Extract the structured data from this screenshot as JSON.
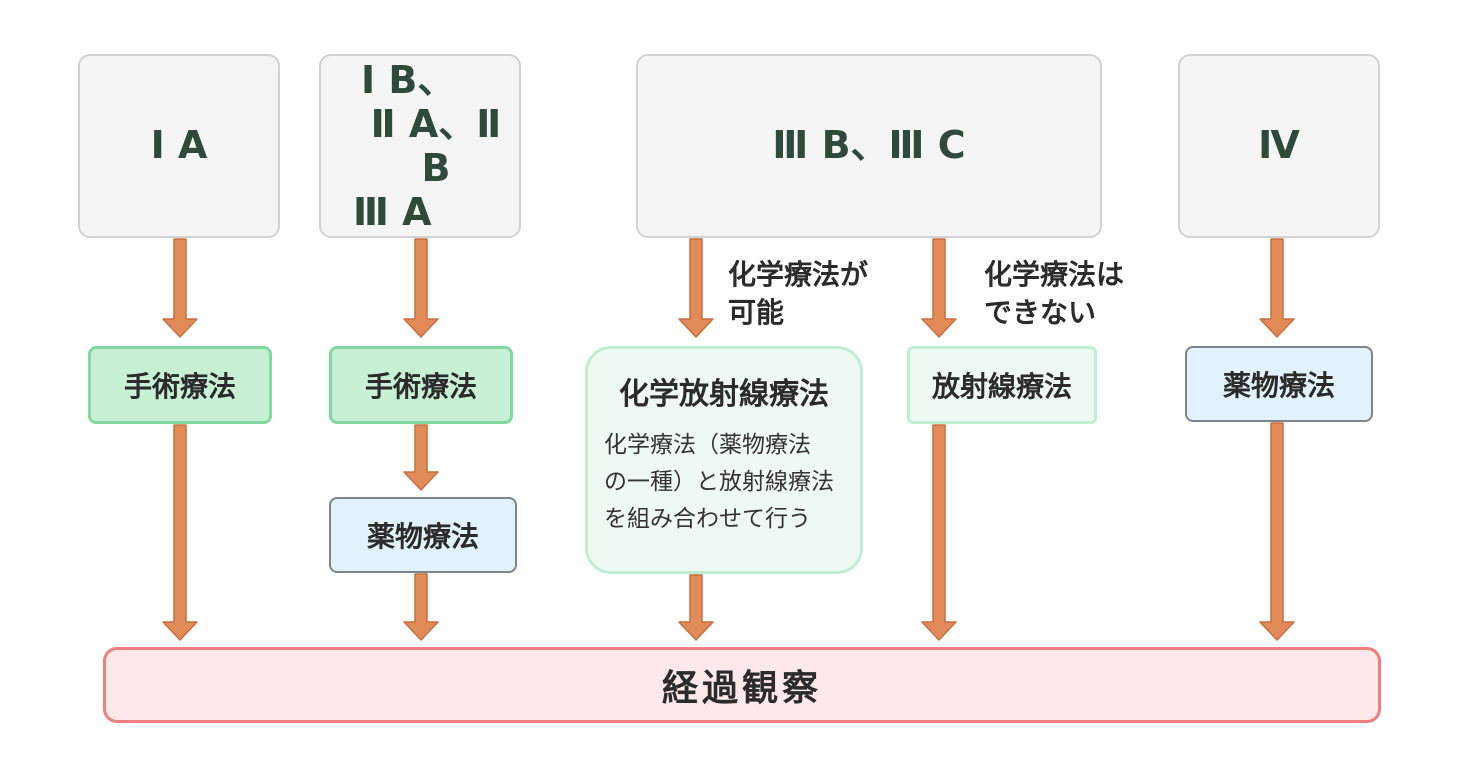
{
  "stages": {
    "ia": "Ⅰ A",
    "ib_line1": "Ⅰ B、",
    "ib_line2": "Ⅱ A、Ⅱ B",
    "ib_line3": "Ⅲ A",
    "iiib": "Ⅲ B、Ⅲ C",
    "iv": "Ⅳ"
  },
  "treatments": {
    "surgery_1": "手術療法",
    "surgery_2": "手術療法",
    "drug_2": "薬物療法",
    "chemoradiation_title": "化学放射線療法",
    "chemoradiation_desc_1": "化学療法（薬物療法",
    "chemoradiation_desc_2": "の一種）と放射線療法",
    "chemoradiation_desc_3": "を組み合わせて行う",
    "radiation": "放射線療法",
    "drug_4": "薬物療法"
  },
  "notes": {
    "chemo_possible_1": "化学療法が",
    "chemo_possible_2": "可能",
    "chemo_impossible_1": "化学療法は",
    "chemo_impossible_2": "できない"
  },
  "outcome": "経過観察",
  "colors": {
    "arrow": "#e08b58",
    "arrow_outline": "#c8703f",
    "surgery_fill": "#c8f0d4",
    "drug_fill": "#e1f2fb",
    "observe_fill": "#fde9e9",
    "observe_border": "#ef7e7e"
  }
}
